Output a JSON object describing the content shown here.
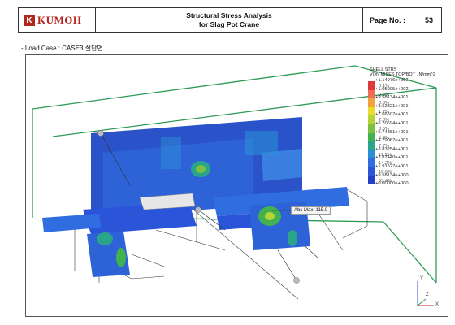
{
  "header": {
    "logo_text": "KUMOH",
    "logo_mark": "K",
    "title_line1": "Structural Stress Analysis",
    "title_line2": "for Slag Pot Crane",
    "page_label": "Page No. :",
    "page_number": "53"
  },
  "load_case": "- Load Case : CASE3 절단면",
  "legend": {
    "title_line1": "SHELL STRS",
    "title_line2": "VON MISES TOP/BOT , N/mm^2",
    "values": [
      "+1.14976e+002",
      "+1.05995e+002",
      "+9.58134e+001",
      "+8.62321e+001",
      "+7.66507e+001",
      "+6.70694e+001",
      "+5.74881e+001",
      "+4.79067e+001",
      "+3.83254e+001",
      "+2.87440e+001",
      "+1.91627e+001",
      "+9.58134e+000",
      "+0.00000e+000"
    ],
    "percents": [
      "0.1%",
      "0.5%",
      "0.8%",
      "1.2%",
      "2.0%",
      "3.5%",
      "5.4%",
      "7.7%",
      "11.2%",
      "14.2%",
      "18.0%",
      "35.4%"
    ],
    "colors": [
      "#e0383a",
      "#ee6b55",
      "#f0a43a",
      "#eadc2e",
      "#b5d43a",
      "#7cc241",
      "#41b24d",
      "#2aa58a",
      "#2a8fd6",
      "#2e6fe0",
      "#2a55d8",
      "#233fc4"
    ]
  },
  "annotation": {
    "abs_max": "Abs Max: 115.0"
  },
  "axes": {
    "y": "Y",
    "z": "Z",
    "x": "X"
  }
}
